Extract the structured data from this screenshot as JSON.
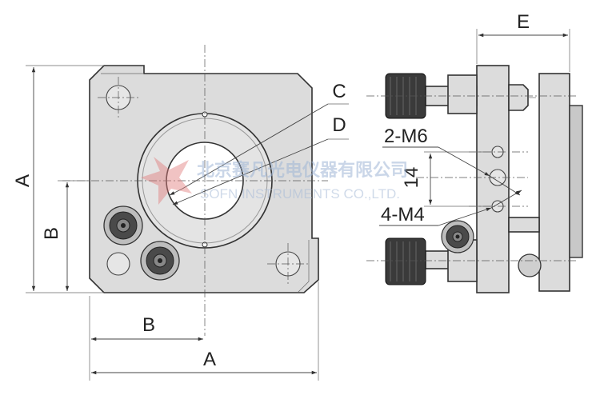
{
  "front_view": {
    "dimensions": {
      "width_label": "A",
      "height_label": "A",
      "center_h_label": "B",
      "center_v_label": "B"
    },
    "aperture_labels": {
      "outer": "C",
      "inner": "D"
    }
  },
  "side_view": {
    "dimensions": {
      "depth_label": "E",
      "hole_spacing": "14"
    },
    "callouts": {
      "large_holes": "2-M6",
      "small_holes": "4-M4"
    }
  },
  "watermark": {
    "company_cn": "北京赛凡光电仪器有限公司",
    "company_en": "SOFN INSTRUMENTS CO.,LTD."
  },
  "colors": {
    "body_fill": "#dcdcdc",
    "line": "#333333",
    "watermark": "#9fb6d6"
  }
}
